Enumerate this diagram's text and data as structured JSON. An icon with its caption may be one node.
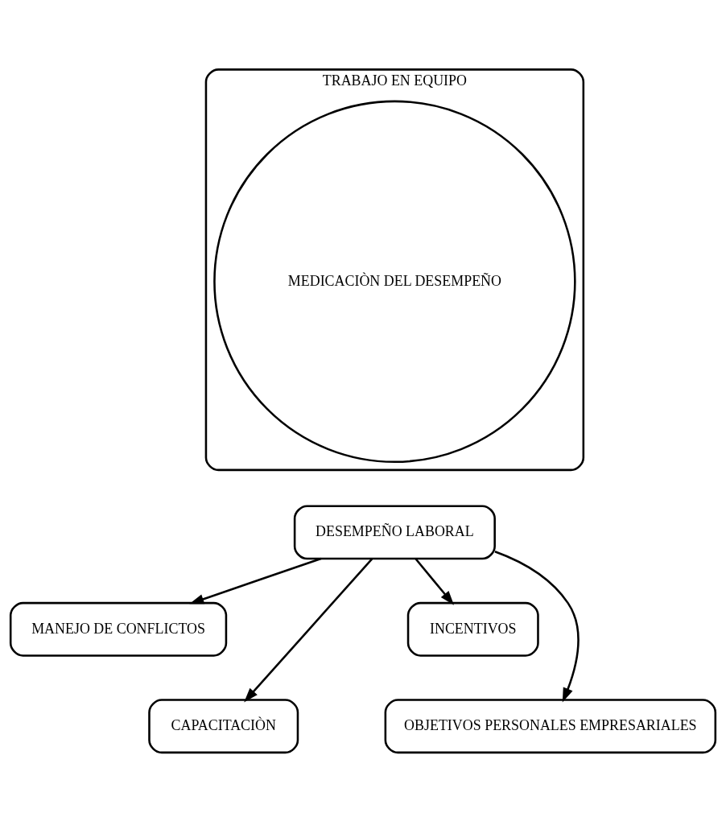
{
  "diagram": {
    "nodes": [
      {
        "text": [
          "TRABAJO EN EQUIPO"
        ]
      },
      {
        "text": [
          "MEDICACIÒN DEL DESEMPEÑO"
        ],
        "in": 0
      },
      {
        "text": [
          "DESEMPEÑO LABORAL"
        ]
      },
      {
        "text": [
          "MANEJO DE CONFLICTOS"
        ]
      },
      {
        "text": [
          "INCENTIVOS"
        ]
      },
      {
        "text": [
          "CAPACITACIÒN"
        ]
      },
      {
        "text": [
          "OBJETIVOS PERSONALES EMPRESARIALES"
        ]
      }
    ],
    "edges": [
      {
        "from": 2,
        "to": 3,
        "arrow": "to"
      },
      {
        "from": 2,
        "to": 5,
        "arrow": "to"
      },
      {
        "from": 2,
        "to": 4,
        "arrow": "to"
      },
      {
        "from": 2,
        "to": 6,
        "arrow": "to"
      }
    ]
  }
}
